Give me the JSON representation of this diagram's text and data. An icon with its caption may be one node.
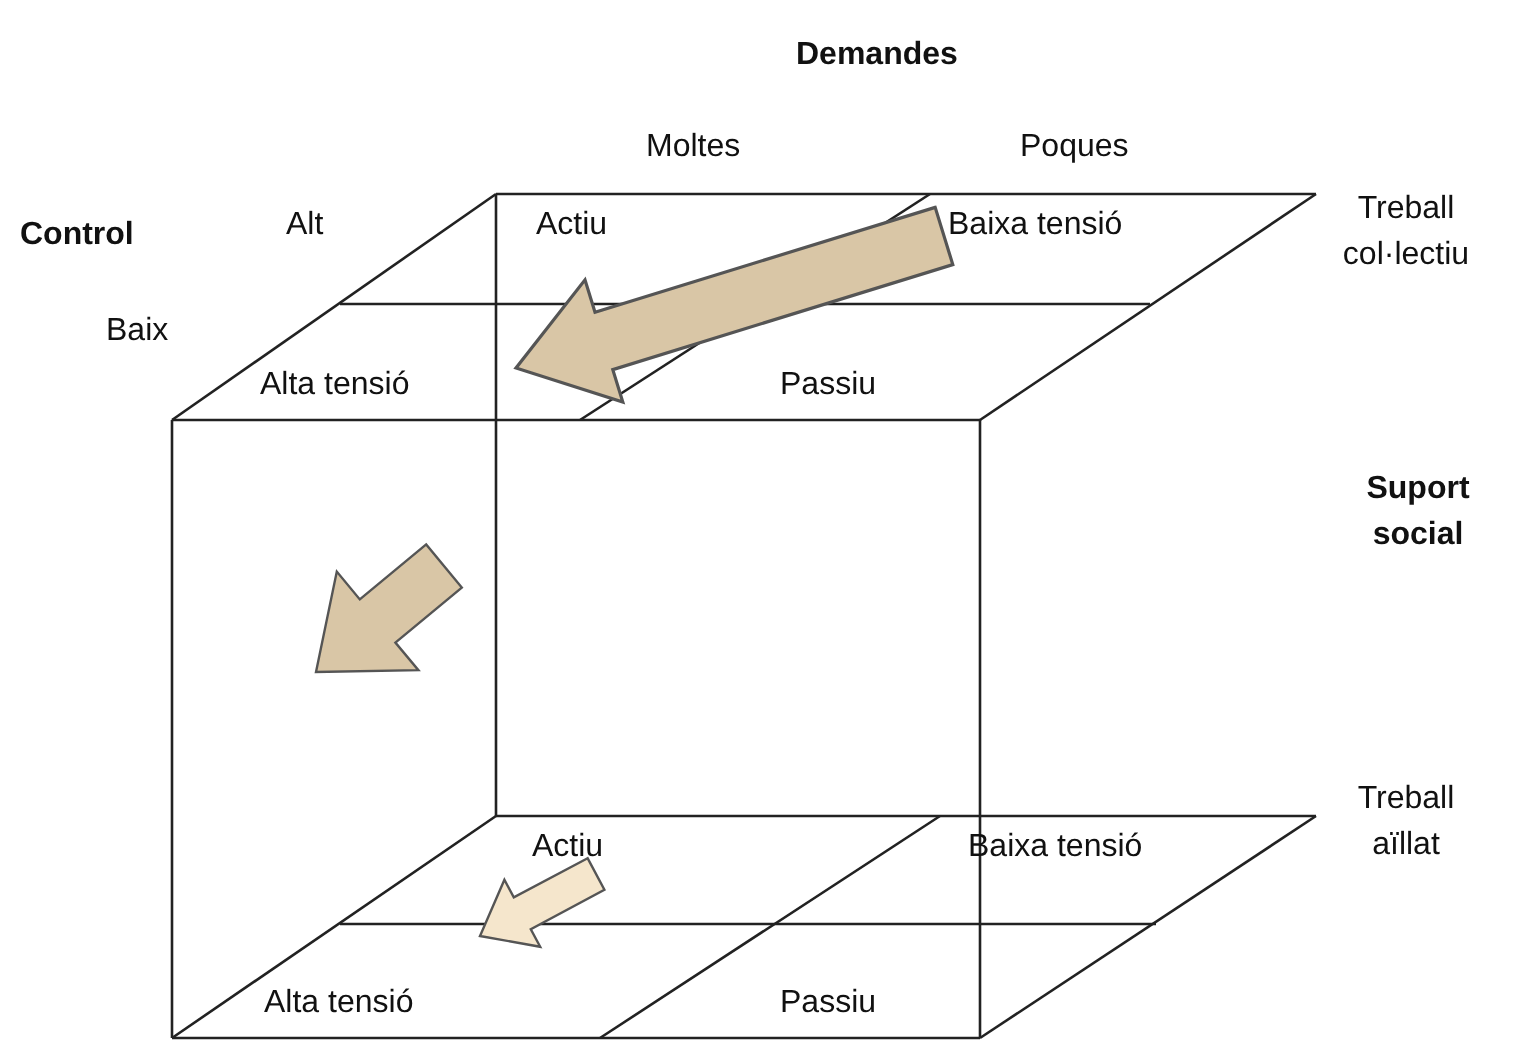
{
  "diagram": {
    "nodes": [
      {
        "text": [
          "Actiu"
        ]
      },
      {
        "text": [
          "Baixa tensió"
        ]
      },
      {
        "text": [
          "Alta tensió"
        ]
      },
      {
        "text": [
          "Passiu"
        ]
      },
      {
        "text": [
          "Actiu"
        ]
      },
      {
        "text": [
          "Baixa tensió"
        ]
      },
      {
        "text": [
          "Alta tensió"
        ]
      },
      {
        "text": [
          "Passiu"
        ]
      }
    ],
    "edges": [
      {
        "from": 1,
        "to": 2,
        "arrow": "to",
        "style": "thick",
        "color": "#d9c6a6"
      },
      {
        "from": 4,
        "to": 6,
        "arrow": "to",
        "color": "#f5e6cc"
      }
    ],
    "labels": [
      "Demandes",
      "Moltes",
      "Poques",
      "Control",
      "Alt",
      "Treball col·lectiu",
      "Baix",
      "Suport social",
      "Treball aïllat"
    ]
  }
}
